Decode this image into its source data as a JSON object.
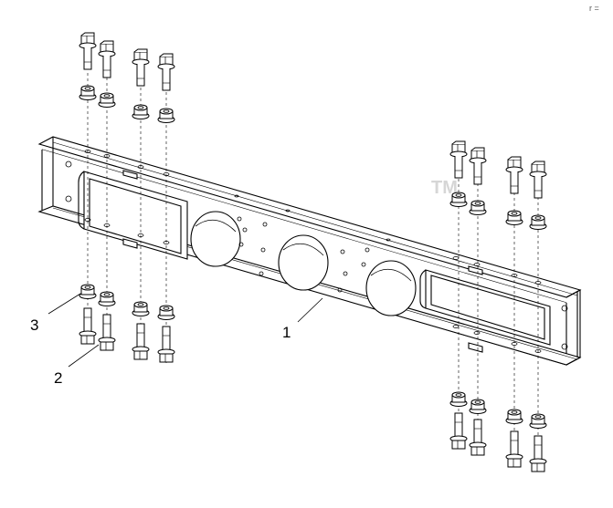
{
  "diagram": {
    "watermark": {
      "text": "",
      "trademark": "TM"
    },
    "callouts": [
      {
        "label": "1",
        "part": "frame-crossmember"
      },
      {
        "label": "2",
        "part": "flange-bolt"
      },
      {
        "label": "3",
        "part": "flange-nut"
      }
    ],
    "corner_mark": "r ="
  },
  "colors": {
    "line": "#000000",
    "watermark": "#d6d6d6",
    "background": "#ffffff"
  },
  "icons": [
    "bolt-icon",
    "nut-icon"
  ]
}
